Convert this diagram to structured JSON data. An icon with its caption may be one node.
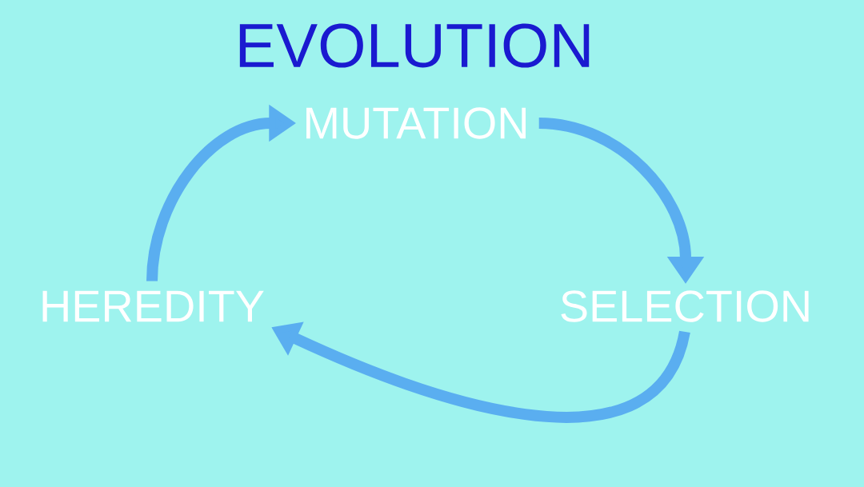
{
  "diagram": {
    "title": "EVOLUTION",
    "nodes": [
      {
        "text": [
          "MUTATION"
        ]
      },
      {
        "text": [
          "SELECTION"
        ]
      },
      {
        "text": [
          "HEREDITY"
        ]
      }
    ],
    "edges": [
      {
        "from": 0,
        "to": 1,
        "arrow": "to"
      },
      {
        "from": 1,
        "to": 2,
        "arrow": "to"
      },
      {
        "from": 2,
        "to": 0,
        "arrow": "to"
      }
    ]
  }
}
